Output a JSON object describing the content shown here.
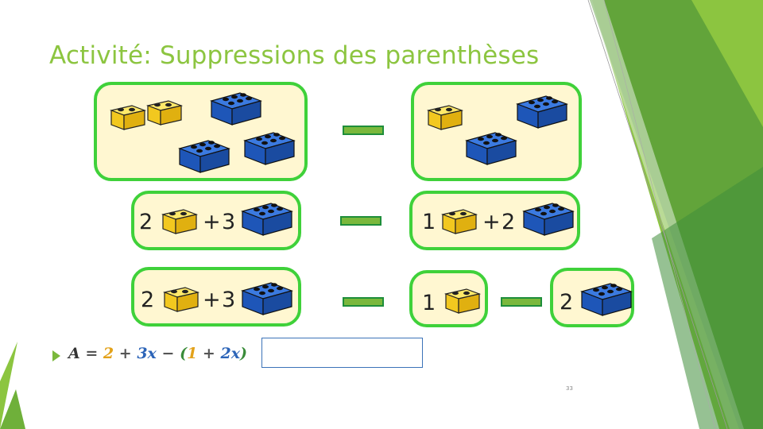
{
  "slide": {
    "title": "Activité: Suppressions des parenthèses",
    "page_number": "33",
    "accent_colors": {
      "green": "#8cc540",
      "panel_border": "#3fd13a",
      "panel_fill": "#fff7d1",
      "yellow_brick": "#f5d52a",
      "blue_brick": "#1f5fbf"
    }
  },
  "rows": {
    "row2": {
      "left_a": "2",
      "left_op": "+",
      "left_b": "3",
      "right_a": "1",
      "right_op": "+",
      "right_b": "2"
    },
    "row3": {
      "left_a": "2",
      "left_op": "+",
      "left_b": "3",
      "right_a": "1",
      "right_b": "2"
    }
  },
  "formula": {
    "A": "A",
    "eq": "=",
    "t1": "2",
    "plus1": "+",
    "t2": "3x",
    "minus": "−",
    "lp": "(",
    "t3": "1",
    "plus2": "+",
    "t4": "2x",
    "rp": ")"
  },
  "icons": [
    "yellow-brick-icon",
    "blue-brick-icon",
    "equals-bar-icon",
    "bullet-arrow-icon"
  ]
}
